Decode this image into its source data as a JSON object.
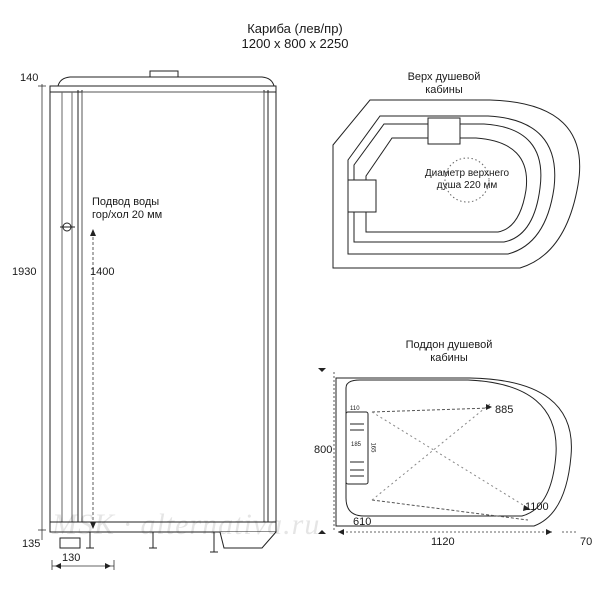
{
  "title": {
    "line1": "Кариба (лев/пр)",
    "line2": "1200 х 800 х 2250"
  },
  "front_view": {
    "dim_top": "140",
    "dim_height": "1930",
    "dim_bottom": "135",
    "dim_base_width": "130",
    "water_label_line1": "Подвод воды",
    "water_label_line2": "гор/хол 20 мм",
    "water_height": "1400"
  },
  "top_view": {
    "title_line1": "Верх душевой",
    "title_line2": "кабины",
    "shower_label_line1": "Диаметр верхнего",
    "shower_label_line2": "душа 220 мм"
  },
  "tray_view": {
    "title_line1": "Поддон душевой",
    "title_line2": "кабины",
    "dim_depth": "800",
    "dim_885": "885",
    "dim_1100": "1100",
    "dim_610": "610",
    "dim_width": "1120",
    "dim_70": "70",
    "dim_small_110": "110",
    "dim_small_185": "185",
    "dim_small_165": "165"
  },
  "watermark": "MSK · alternativa.ru"
}
